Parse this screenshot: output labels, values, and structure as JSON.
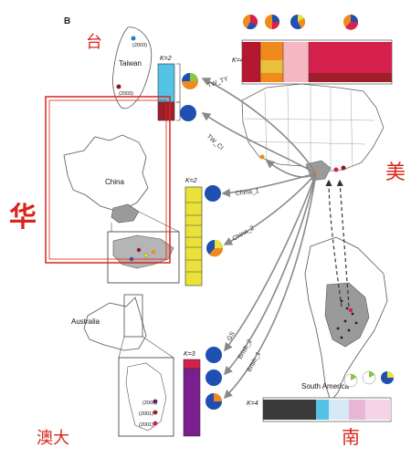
{
  "panel_label": "B",
  "regions": {
    "taiwan": "Taiwan",
    "china": "China",
    "australia": "Australia",
    "south_america": "South America"
  },
  "years": {
    "taiwan_top": "(2003)",
    "taiwan_bottom": "(2003)",
    "aus_1": "(2009)",
    "aus_2": "(2001)",
    "aus_3": "(2001)"
  },
  "k_labels": {
    "usa": "K=4",
    "taiwan": "K=2",
    "china": "K=2",
    "australia": "K=3",
    "south_america": "K=4"
  },
  "routes": {
    "tw_ty": "TW_TY",
    "tw_ci": "TW_CI",
    "china_1": "China_1",
    "china_2": "China_2",
    "gs": "GS",
    "brisb_2": "Brisb_2",
    "brisb_1": "Brisb_1"
  },
  "annotations": {
    "tai": "台",
    "hua": "华",
    "mei": "美",
    "aodai": "澳大",
    "nan": "南"
  },
  "colors": {
    "red_annotation": "#d9261c",
    "pie_blue": "#1f4fb0",
    "pie_orange": "#f08a1d",
    "pie_green": "#8cc63f",
    "bar_cyan": "#55c3e6",
    "bar_maroon": "#a01e2a",
    "bar_yellow": "#e8e23a",
    "bar_purple": "#7a1f8e",
    "us_crimson": "#d6204e",
    "land_gray": "#9a9a9a"
  }
}
